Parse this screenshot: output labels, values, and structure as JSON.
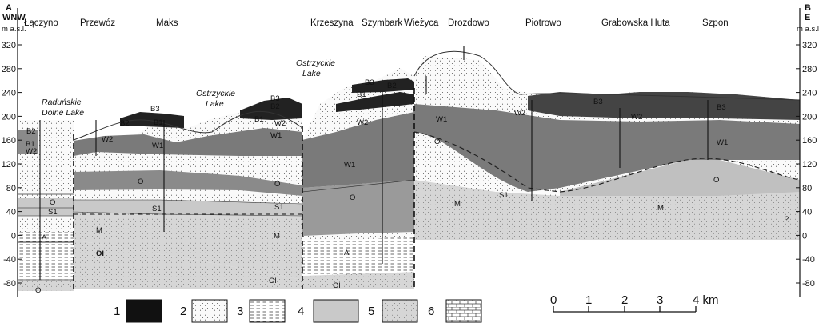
{
  "profile": {
    "end_left": {
      "letter": "A",
      "direction": "WNW",
      "unit": "m a.s.l."
    },
    "end_right": {
      "letter": "B",
      "direction": "E",
      "unit": "m a.s.l."
    },
    "y_ticks": [
      "320",
      "280",
      "240",
      "200",
      "160",
      "120",
      "80",
      "40",
      "0",
      "-40",
      "-80"
    ],
    "places": [
      "Łączyno",
      "Przewóz",
      "Maks",
      "Krzeszyna",
      "Szymbark",
      "Wieżyca",
      "Drozdowo",
      "Piotrowo",
      "Grabowska Huta",
      "Szpon"
    ],
    "lakes": {
      "radunskie": [
        "Raduńskie",
        "Dolne Lake"
      ],
      "ostrzyckie1": [
        "Ostrzyckie",
        "Lake"
      ],
      "ostrzyckie2": [
        "Ostrzyckie",
        "Lake"
      ]
    },
    "unit_labels": {
      "B3": "B3",
      "B2": "B2",
      "B1": "B1",
      "W2": "W2",
      "W1": "W1",
      "O": "O",
      "S1": "S1",
      "M": "M",
      "A": "A",
      "Ol": "Ol",
      "q": "?"
    }
  },
  "legend": {
    "items": [
      {
        "number": "1",
        "pattern": "black"
      },
      {
        "number": "2",
        "pattern": "dots"
      },
      {
        "number": "3",
        "pattern": "dashes"
      },
      {
        "number": "4",
        "pattern": "light-gray"
      },
      {
        "number": "5",
        "pattern": "gray-dots"
      },
      {
        "number": "6",
        "pattern": "bricks"
      }
    ]
  },
  "scale_bar": {
    "ticks": [
      "0",
      "1",
      "2",
      "3",
      "4 km"
    ]
  },
  "colors": {
    "dark": "#222222",
    "mid": "#8a8a8a",
    "light": "#c9c9c9",
    "pale": "#e6e6e6"
  }
}
